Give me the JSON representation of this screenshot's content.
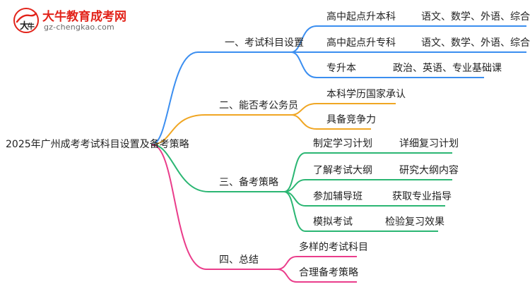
{
  "logo": {
    "title": "大牛教育成考网",
    "url": "gz-chengkao.com"
  },
  "colors": {
    "blue": "#3b8ef0",
    "orange": "#f0a623",
    "green": "#2bb673",
    "magenta": "#ea3d8b",
    "logo_red": "#e2231a"
  },
  "root": {
    "label": "2025年广州成考考试科目设置及备考策略"
  },
  "branches": [
    {
      "label": "一、考试科目设置",
      "color": "blue",
      "children": [
        {
          "label": "高中起点升本科",
          "detail": "语文、数学、外语、综合科目"
        },
        {
          "label": "高中起点升专科",
          "detail": "语文、数学、外语、综合科目"
        },
        {
          "label": "专升本",
          "detail": "政治、英语、专业基础课"
        }
      ]
    },
    {
      "label": "二、能否考公务员",
      "color": "orange",
      "children": [
        {
          "label": "本科学历国家承认"
        },
        {
          "label": "具备竞争力"
        }
      ]
    },
    {
      "label": "三、备考策略",
      "color": "green",
      "children": [
        {
          "label": "制定学习计划",
          "detail": "详细复习计划"
        },
        {
          "label": "了解考试大纲",
          "detail": "研究大纲内容"
        },
        {
          "label": "参加辅导班",
          "detail": "获取专业指导"
        },
        {
          "label": "模拟考试",
          "detail": "检验复习效果"
        }
      ]
    },
    {
      "label": "四、总结",
      "color": "magenta",
      "children": [
        {
          "label": "多样的考试科目"
        },
        {
          "label": "合理备考策略"
        }
      ]
    }
  ]
}
